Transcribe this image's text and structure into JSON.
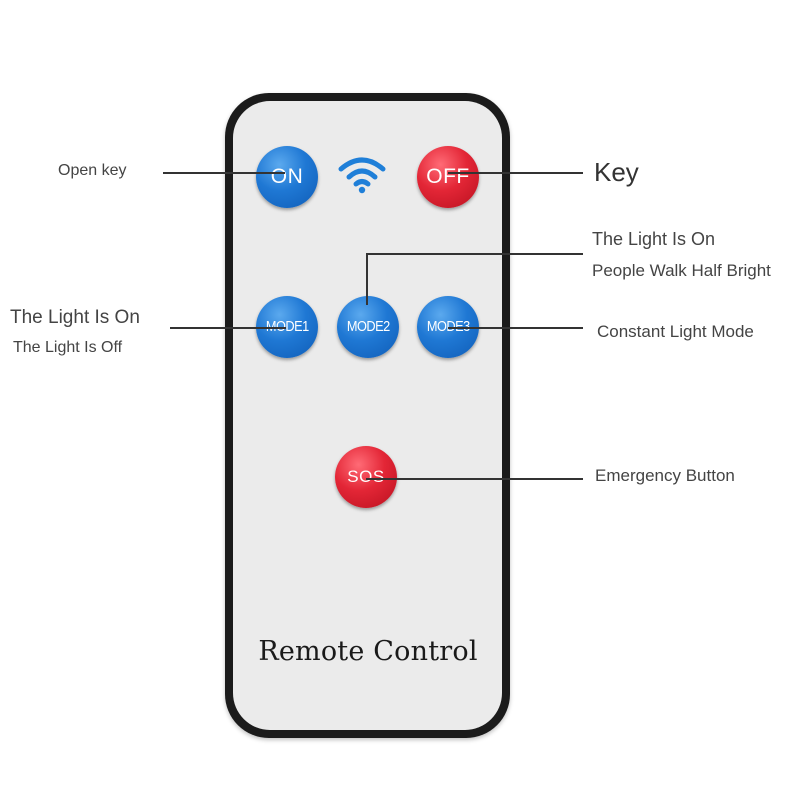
{
  "remote": {
    "title": "Remote Control",
    "buttons": {
      "on": "ON",
      "off": "OFF",
      "mode1": "MODE1",
      "mode2": "MODE2",
      "mode3": "MODE3",
      "sos": "SOS"
    },
    "colors": {
      "blue": "#1f78d4",
      "red": "#e32636",
      "body": "#1b1b1b",
      "face": "#ebebeb"
    },
    "icons": [
      "wifi-icon"
    ]
  },
  "annotations": {
    "open_key": "Open key",
    "key": "Key",
    "mode2_line1": "The Light Is On",
    "mode2_line2": "People Walk Half Bright",
    "mode1_line1": "The Light Is On",
    "mode1_line2": "The Light Is Off",
    "mode3": "Constant Light Mode",
    "sos": "Emergency Button"
  }
}
